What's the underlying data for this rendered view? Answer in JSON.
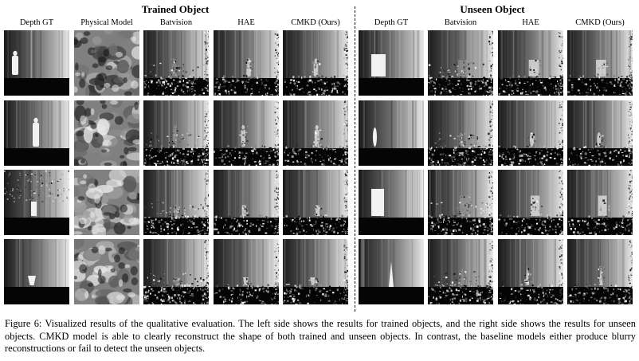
{
  "groups": {
    "trained_title": "Trained Object",
    "unseen_title": "Unseen Object"
  },
  "columns": {
    "trained": [
      "Depth GT",
      "Physical Model",
      "Batvision",
      "HAE",
      "CMKD (Ours)"
    ],
    "unseen": [
      "Depth GT",
      "Batvision",
      "HAE",
      "CMKD (Ours)"
    ]
  },
  "caption": "Figure 6: Visualized results of the qualitative evaluation. The left side shows the results for trained objects, and the right side shows the results for unseen objects. CMKD model is able to clearly reconstruct the shape of both trained and unseen objects. In contrast, the baseline models either produce blurry reconstructions or fail to detect the unseen objects."
}
